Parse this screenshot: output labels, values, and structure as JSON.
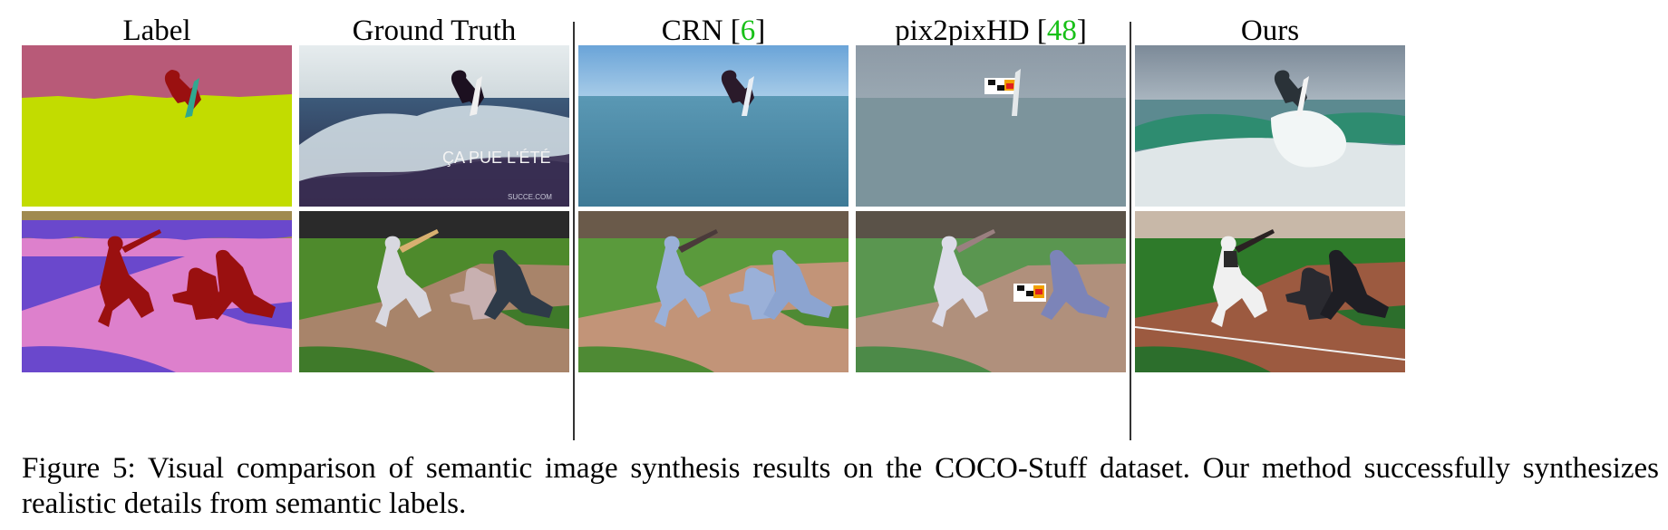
{
  "columns": [
    {
      "label": "Label",
      "citation": ""
    },
    {
      "label": "Ground Truth",
      "citation": ""
    },
    {
      "label": "CRN [",
      "citation": "6",
      "close": "]"
    },
    {
      "label": "pix2pixHD [",
      "citation": "48",
      "close": "]"
    },
    {
      "label": "Ours",
      "citation": ""
    }
  ],
  "rows": [
    {
      "scene": "surfer"
    },
    {
      "scene": "baseball"
    }
  ],
  "watermark": {
    "main": "ÇA PUE L'ÉTÉ",
    "small": "SUCCE.COM"
  },
  "caption": {
    "prefix": "Figure 5:",
    "text": "Visual comparison of semantic image synthesis results on the COCO-Stuff dataset.  Our method successfully synthesizes realistic details from semantic labels."
  },
  "colors": {
    "citation": "#18c018",
    "label_sky": "#b85a78",
    "label_sea": "#c2dc00",
    "label_person": "#9a1010",
    "label_board": "#30a890",
    "label_field_pink": "#dd80cc",
    "label_field_purple": "#6a48cc",
    "label_top": "#a08a50"
  }
}
